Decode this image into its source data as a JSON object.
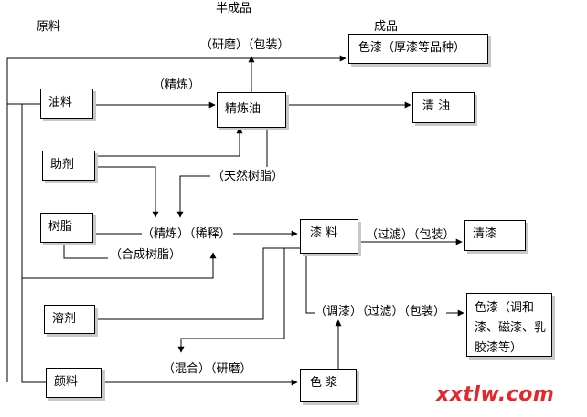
{
  "headers": {
    "raw": "原料",
    "semi": "半成品",
    "finished": "成品"
  },
  "boxes": {
    "oil": "油料",
    "additive": "助剂",
    "resin": "树脂",
    "solvent": "溶剂",
    "pigment": "颜料",
    "refined_oil": "精炼油",
    "clear_oil": "清 油",
    "color_paint_thick": "色漆（厚漆等品种）",
    "paint_base": "漆 料",
    "varnish": "清漆",
    "color_paste": "色 浆",
    "color_paint_final": "色漆（调和漆、磁漆、乳胶漆等）"
  },
  "labels": {
    "grind_pack": "（研磨）（包装）",
    "refine": "（精炼）",
    "natural_resin": "（天然树脂）",
    "refine_dilute": "（精炼）（稀释）",
    "synthetic_resin": "（合成树脂）",
    "filter_pack": "（过滤）（包装）",
    "mix_filter_pack": "（调漆）（过滤）（包装）",
    "mix_grind": "（混合）（研磨）"
  },
  "watermark": "xxtlw.com"
}
